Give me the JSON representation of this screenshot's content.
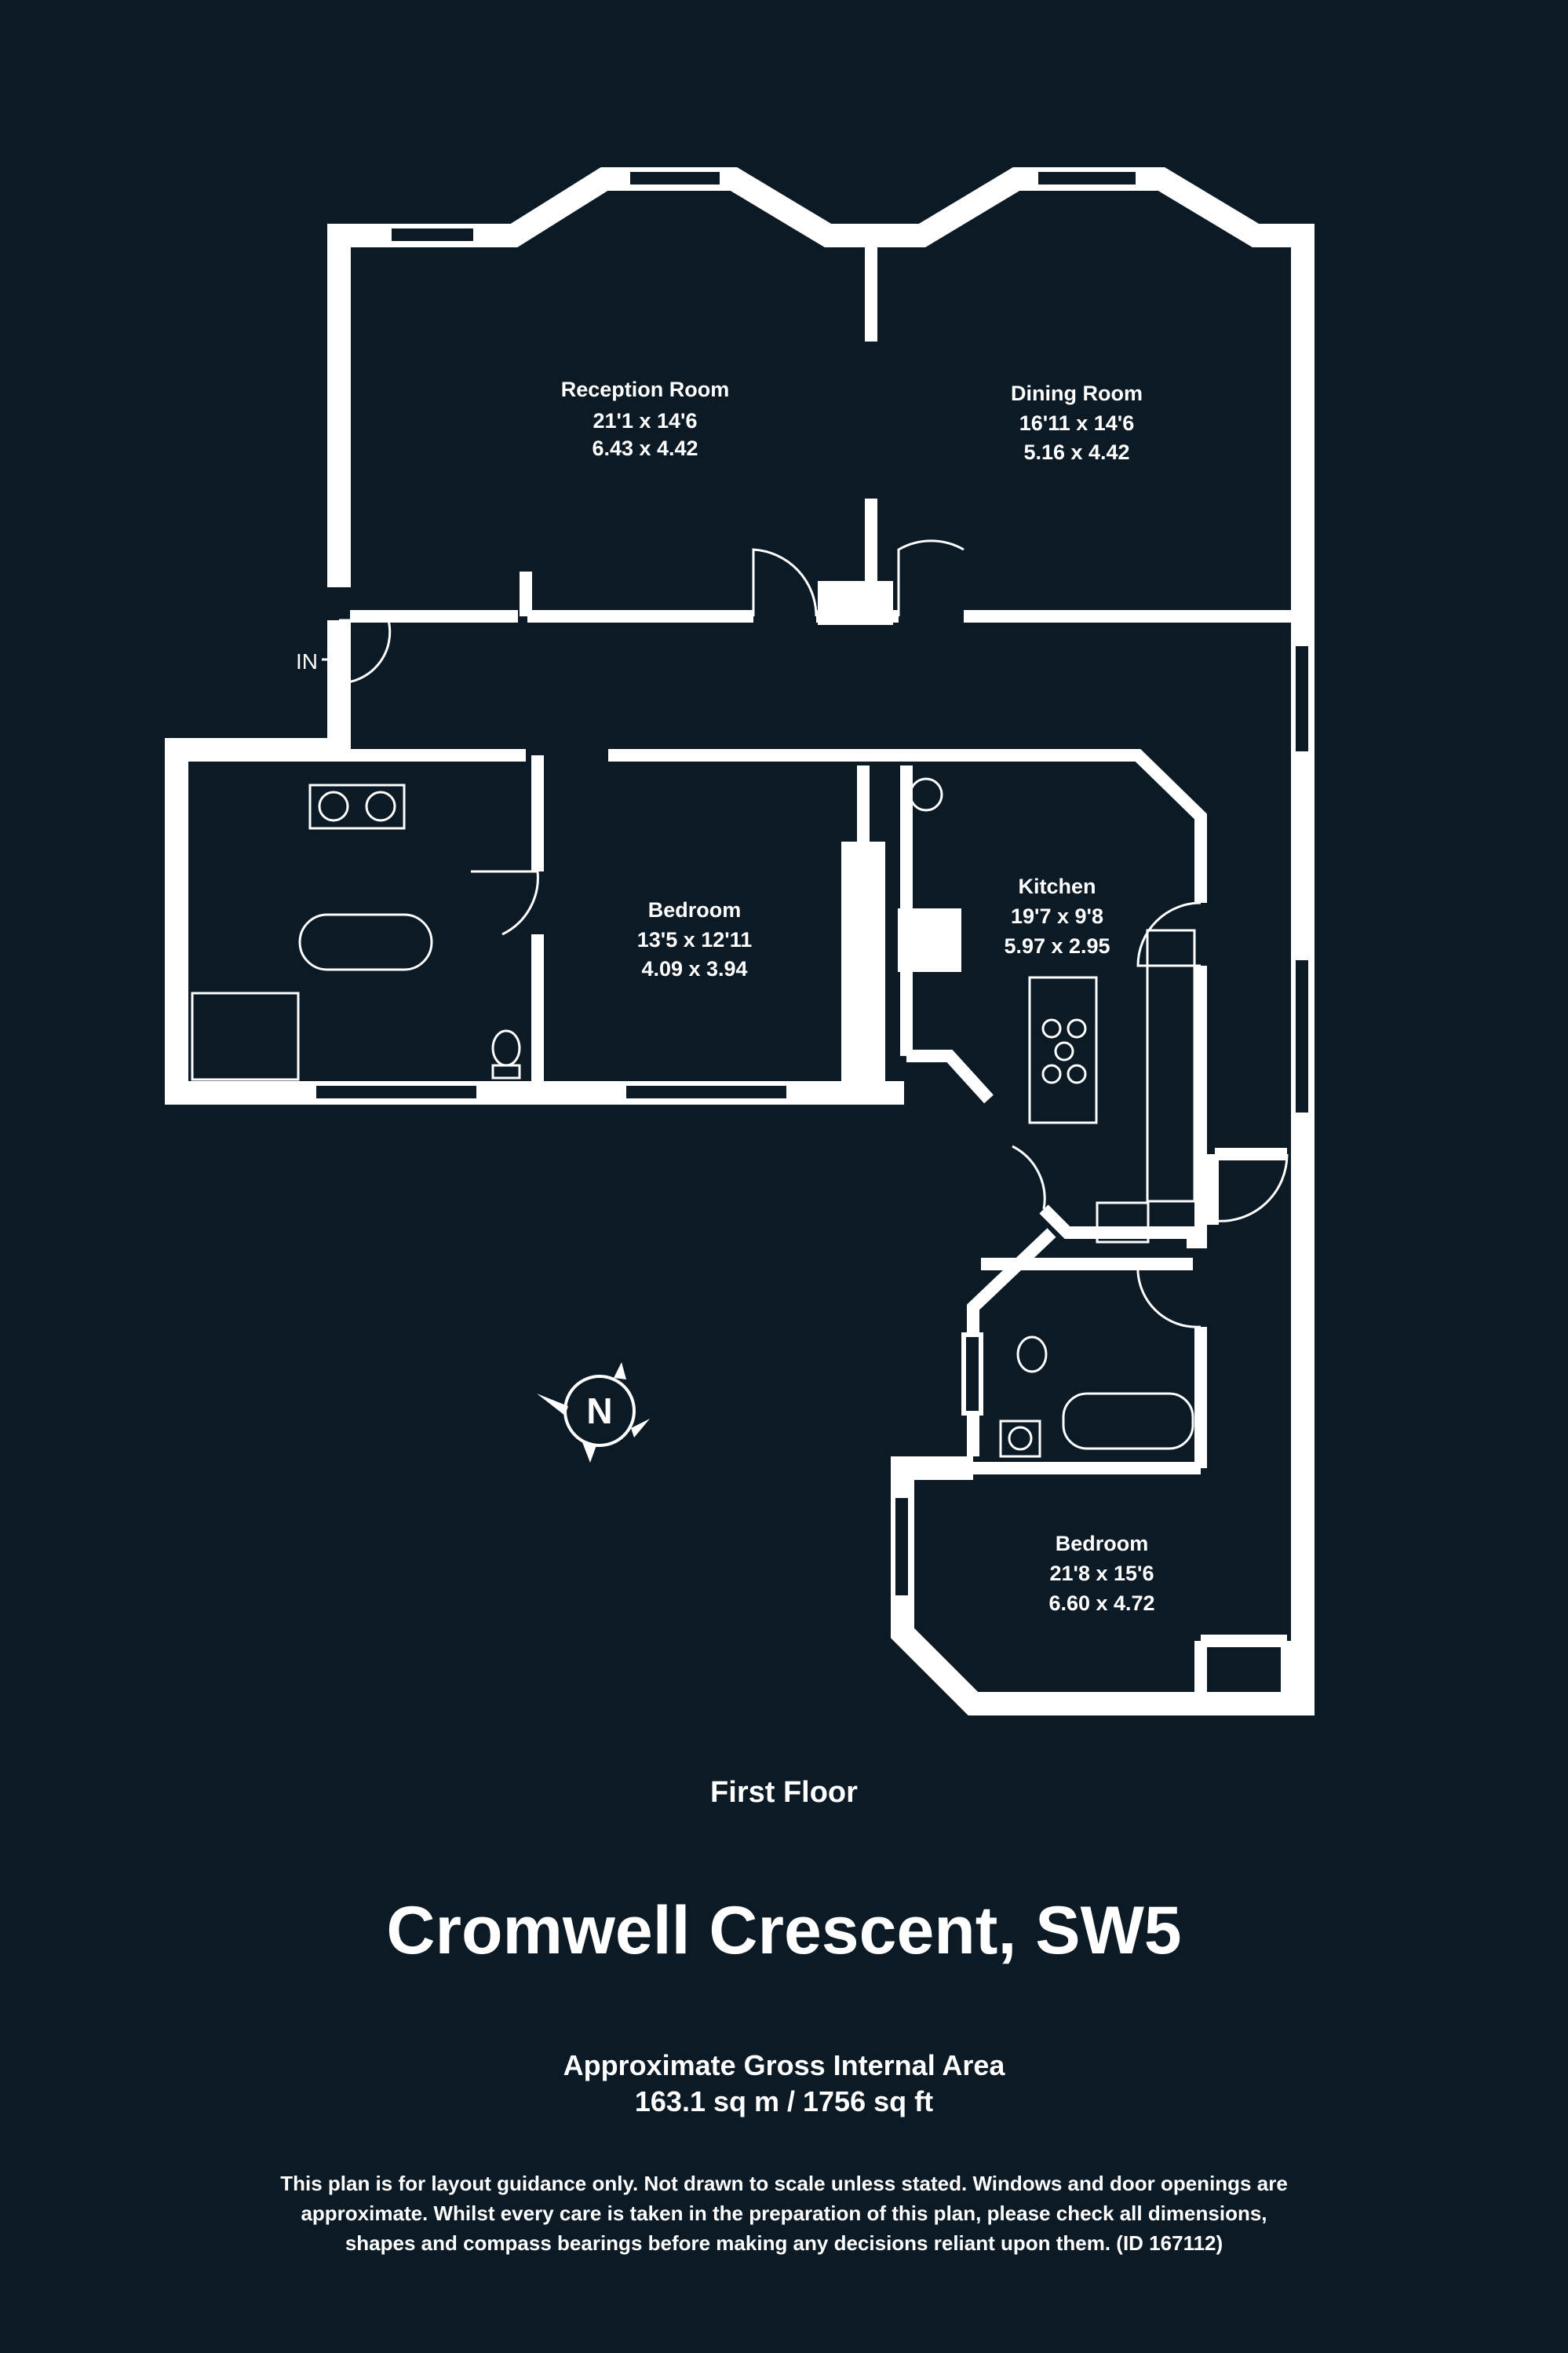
{
  "rooms": [
    {
      "name": "Reception Room",
      "dim_imperial": "21'1 x 14'6",
      "dim_metric": "6.43 x 4.42"
    },
    {
      "name": "Dining Room",
      "dim_imperial": "16'11 x 14'6",
      "dim_metric": "5.16 x 4.42"
    },
    {
      "name": "Bedroom",
      "dim_imperial": "13'5 x 12'11",
      "dim_metric": "4.09 x 3.94"
    },
    {
      "name": "Kitchen",
      "dim_imperial": "19'7 x 9'8",
      "dim_metric": "5.97 x 2.95"
    },
    {
      "name": "Bedroom",
      "dim_imperial": "21'8 x 15'6",
      "dim_metric": "6.60 x 4.72"
    }
  ],
  "entrance_label": "IN",
  "compass_label": "N",
  "floor_label": "First Floor",
  "title": "Cromwell Crescent, SW5",
  "area": {
    "label": "Approximate Gross Internal Area",
    "value": "163.1 sq m / 1756 sq ft"
  },
  "disclaimer": [
    "This plan is for layout guidance only. Not drawn to scale unless stated. Windows and door openings are",
    "approximate. Whilst every care is taken in the preparation of this plan, please check all dimensions,",
    "shapes and compass bearings before making any decisions reliant upon them. (ID 167112)"
  ],
  "colors": {
    "background": "#0b1a24",
    "walls": "#ffffff"
  }
}
